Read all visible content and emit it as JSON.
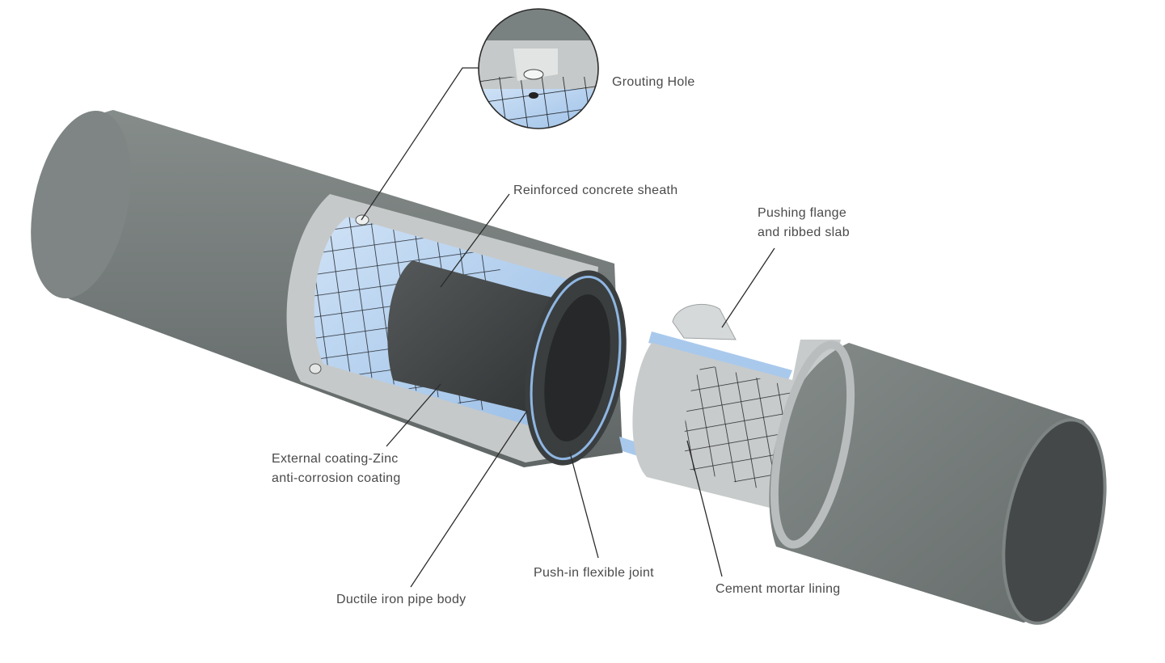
{
  "labels": {
    "grouting_hole": "Grouting Hole",
    "reinforced_sheath": "Reinforced concrete sheath",
    "pushing_flange_line1": "Pushing flange",
    "pushing_flange_line2": "and ribbed slab",
    "external_coating_line1": "External coating-Zinc",
    "external_coating_line2": "anti-corrosion coating",
    "push_in_joint": "Push-in flexible joint",
    "ductile_iron_body": "Ductile iron pipe body",
    "cement_lining": "Cement mortar lining"
  },
  "colors": {
    "pipe_shell": "#7a8280",
    "pipe_shell_dark": "#5d6463",
    "concrete_cut": "#c9cccc",
    "lining_blue": "#a8c8ea",
    "iron_dark": "#3b3f40",
    "mesh": "#1c1e22"
  }
}
